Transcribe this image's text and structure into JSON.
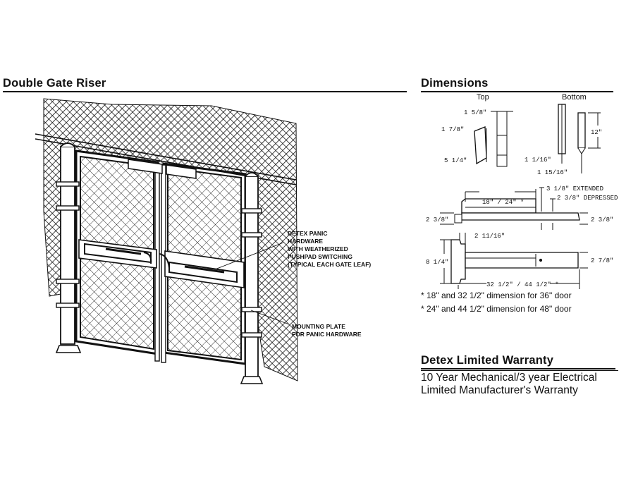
{
  "sections": {
    "riser_title": "Double Gate Riser",
    "dimensions_title": "Dimensions",
    "warranty_title": "Detex Limited Warranty"
  },
  "riser_callouts": {
    "panic_hardware": [
      "DETEX PANIC",
      "HARDWARE",
      "WITH WEATHERIZED",
      "PUSHPAD SWITCHING",
      "(TYPICAL EACH GATE LEAF)"
    ],
    "mounting_plate": [
      "MOUNTING PLATE",
      "FOR PANIC HARDWARE"
    ]
  },
  "dimensions": {
    "top_label": "Top",
    "bottom_label": "Bottom",
    "top_width": "1 5/8\"",
    "top_depth": "1 7/8\"",
    "top_height": "5 1/4\"",
    "bottom_length": "12\"",
    "bottom_width_a": "1 1/16\"",
    "bottom_width_b": "1 15/16\"",
    "extended": "3 1/8\" EXTENDED",
    "depressed": "2 3/8\" DEPRESSED",
    "bar_length_top": "18\" / 24\" *",
    "side_left_height": "2 3/8\"",
    "side_right_height": "2 3/8\"",
    "plate_offset": "2 11/16\"",
    "front_height": "8 1/4\"",
    "front_right_height": "2 7/8\"",
    "overall_length": "32 1/2\" / 44 1/2\" *",
    "notes": [
      "* 18\" and 32 1/2\" dimension for 36\" door",
      "* 24\" and 44 1/2\" dimension for 48\" door"
    ]
  },
  "warranty": {
    "line1": "10 Year Mechanical/3 year Electrical",
    "line2": "Limited Manufacturer's Warranty"
  }
}
